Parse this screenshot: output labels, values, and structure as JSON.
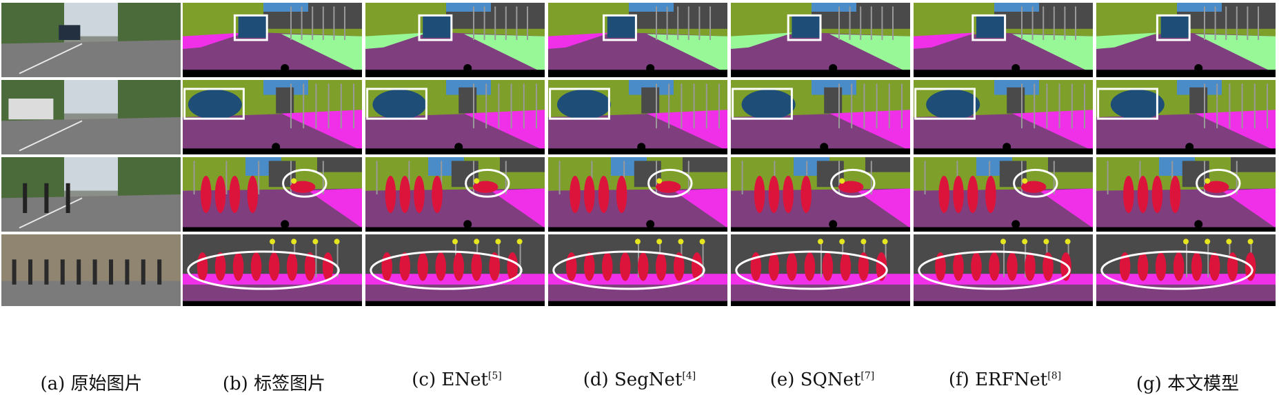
{
  "columns": [
    {
      "caption": "(a) 原始图片",
      "ref": ""
    },
    {
      "caption": "(b) 标签图片",
      "ref": ""
    },
    {
      "caption": "(c) ENet",
      "ref": "[5]"
    },
    {
      "caption": "(d) SegNet",
      "ref": "[4]"
    },
    {
      "caption": "(e) SQNet",
      "ref": "[7]"
    },
    {
      "caption": "(f) ERFNet",
      "ref": "[8]"
    },
    {
      "caption": "(g) 本文模型",
      "ref": ""
    }
  ],
  "rows": [
    {
      "scene": "road-car",
      "highlight": "rect"
    },
    {
      "scene": "road-bus",
      "highlight": "rect"
    },
    {
      "scene": "crossing-pedestrians",
      "highlight": "ellipse"
    },
    {
      "scene": "sidewalk-crowd",
      "highlight": "ellipse"
    }
  ],
  "colors": {
    "road": "#7f3f7f",
    "sidewalk": "#f030e8",
    "vegetation": "#7ea02a",
    "sky": "#4a8cc8",
    "building": "#4a4a4a",
    "car": "#1e4e78",
    "person": "#dc143c",
    "terrain": "#98f898",
    "pole": "#999999",
    "sign": "#e6e61e",
    "ego": "#000000",
    "highlight": "#ffffff"
  }
}
